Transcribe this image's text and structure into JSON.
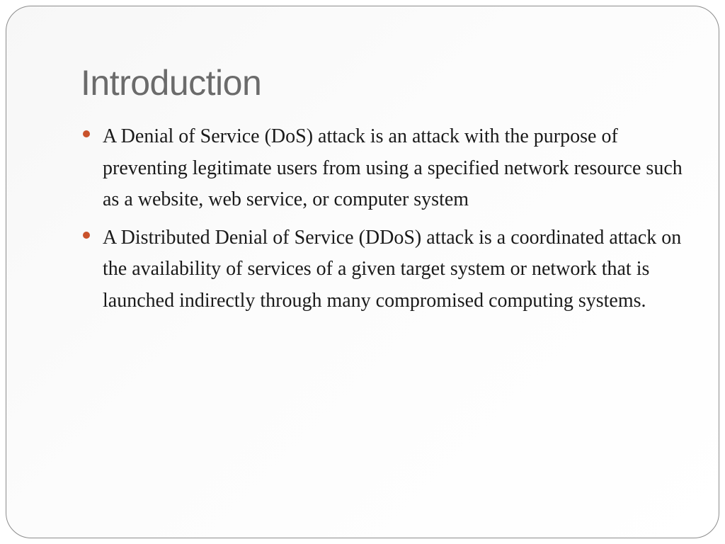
{
  "slide": {
    "title": "Introduction",
    "bullets": [
      {
        "text": "A Denial of Service (DoS) attack is an attack with the purpose of preventing legitimate users from using a specified network resource such as a website, web service, or computer system"
      },
      {
        "text": "A Distributed Denial of Service (DDoS) attack is a coordinated attack on the availability of services of a given target system or network that is launched indirectly through many compromised computing systems."
      }
    ]
  },
  "colors": {
    "title": "#6b6b6b",
    "body_text": "#1a1a1a",
    "bullet": "#c9522b"
  }
}
